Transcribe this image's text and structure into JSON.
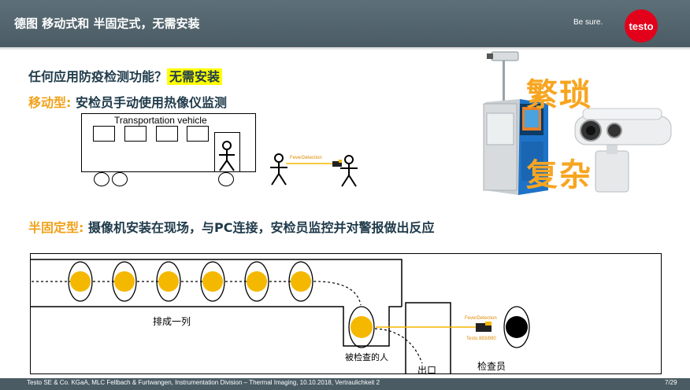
{
  "header": {
    "title": "德图 移动式和 半固定式，无需安装",
    "slogan": "Be sure.",
    "logo": "testo"
  },
  "content": {
    "question": "任何应用防疫检测功能？",
    "question_highlight": "无需安装",
    "mobile_label": "移动型:",
    "mobile_text": " 安检员手动使用热像仪监测",
    "vehicle_label": "Transportation vehicle",
    "fever_detection": "FeverDetection",
    "semi_label": "半固定型:",
    "semi_text": " 摄像机安装在现场，与PC连接，安检员监控并对警报做出反应",
    "word_complex_1": "繁琐",
    "word_complex_2": "复杂"
  },
  "diagram": {
    "queue_label": "排成一列",
    "inspected_label": "被检查的人",
    "exit_label": "出口",
    "inspector_label": "检查员",
    "fever_detection": "FeverDetection",
    "camera_label": "Testo 883/890"
  },
  "footer": {
    "text": "Testo SE & Co. KGaA,  MLC Fellbach & Furtwangen, Instrumentation Division – Thermal Imaging, 10.10.2018, Vertraulichkeit 2",
    "page": "7/29"
  },
  "colors": {
    "header": "#4a5b64",
    "accent_orange": "#f0a21c",
    "highlight": "#ffff00",
    "dot_yellow": "#f5b800",
    "brand_red": "#e3001b"
  }
}
